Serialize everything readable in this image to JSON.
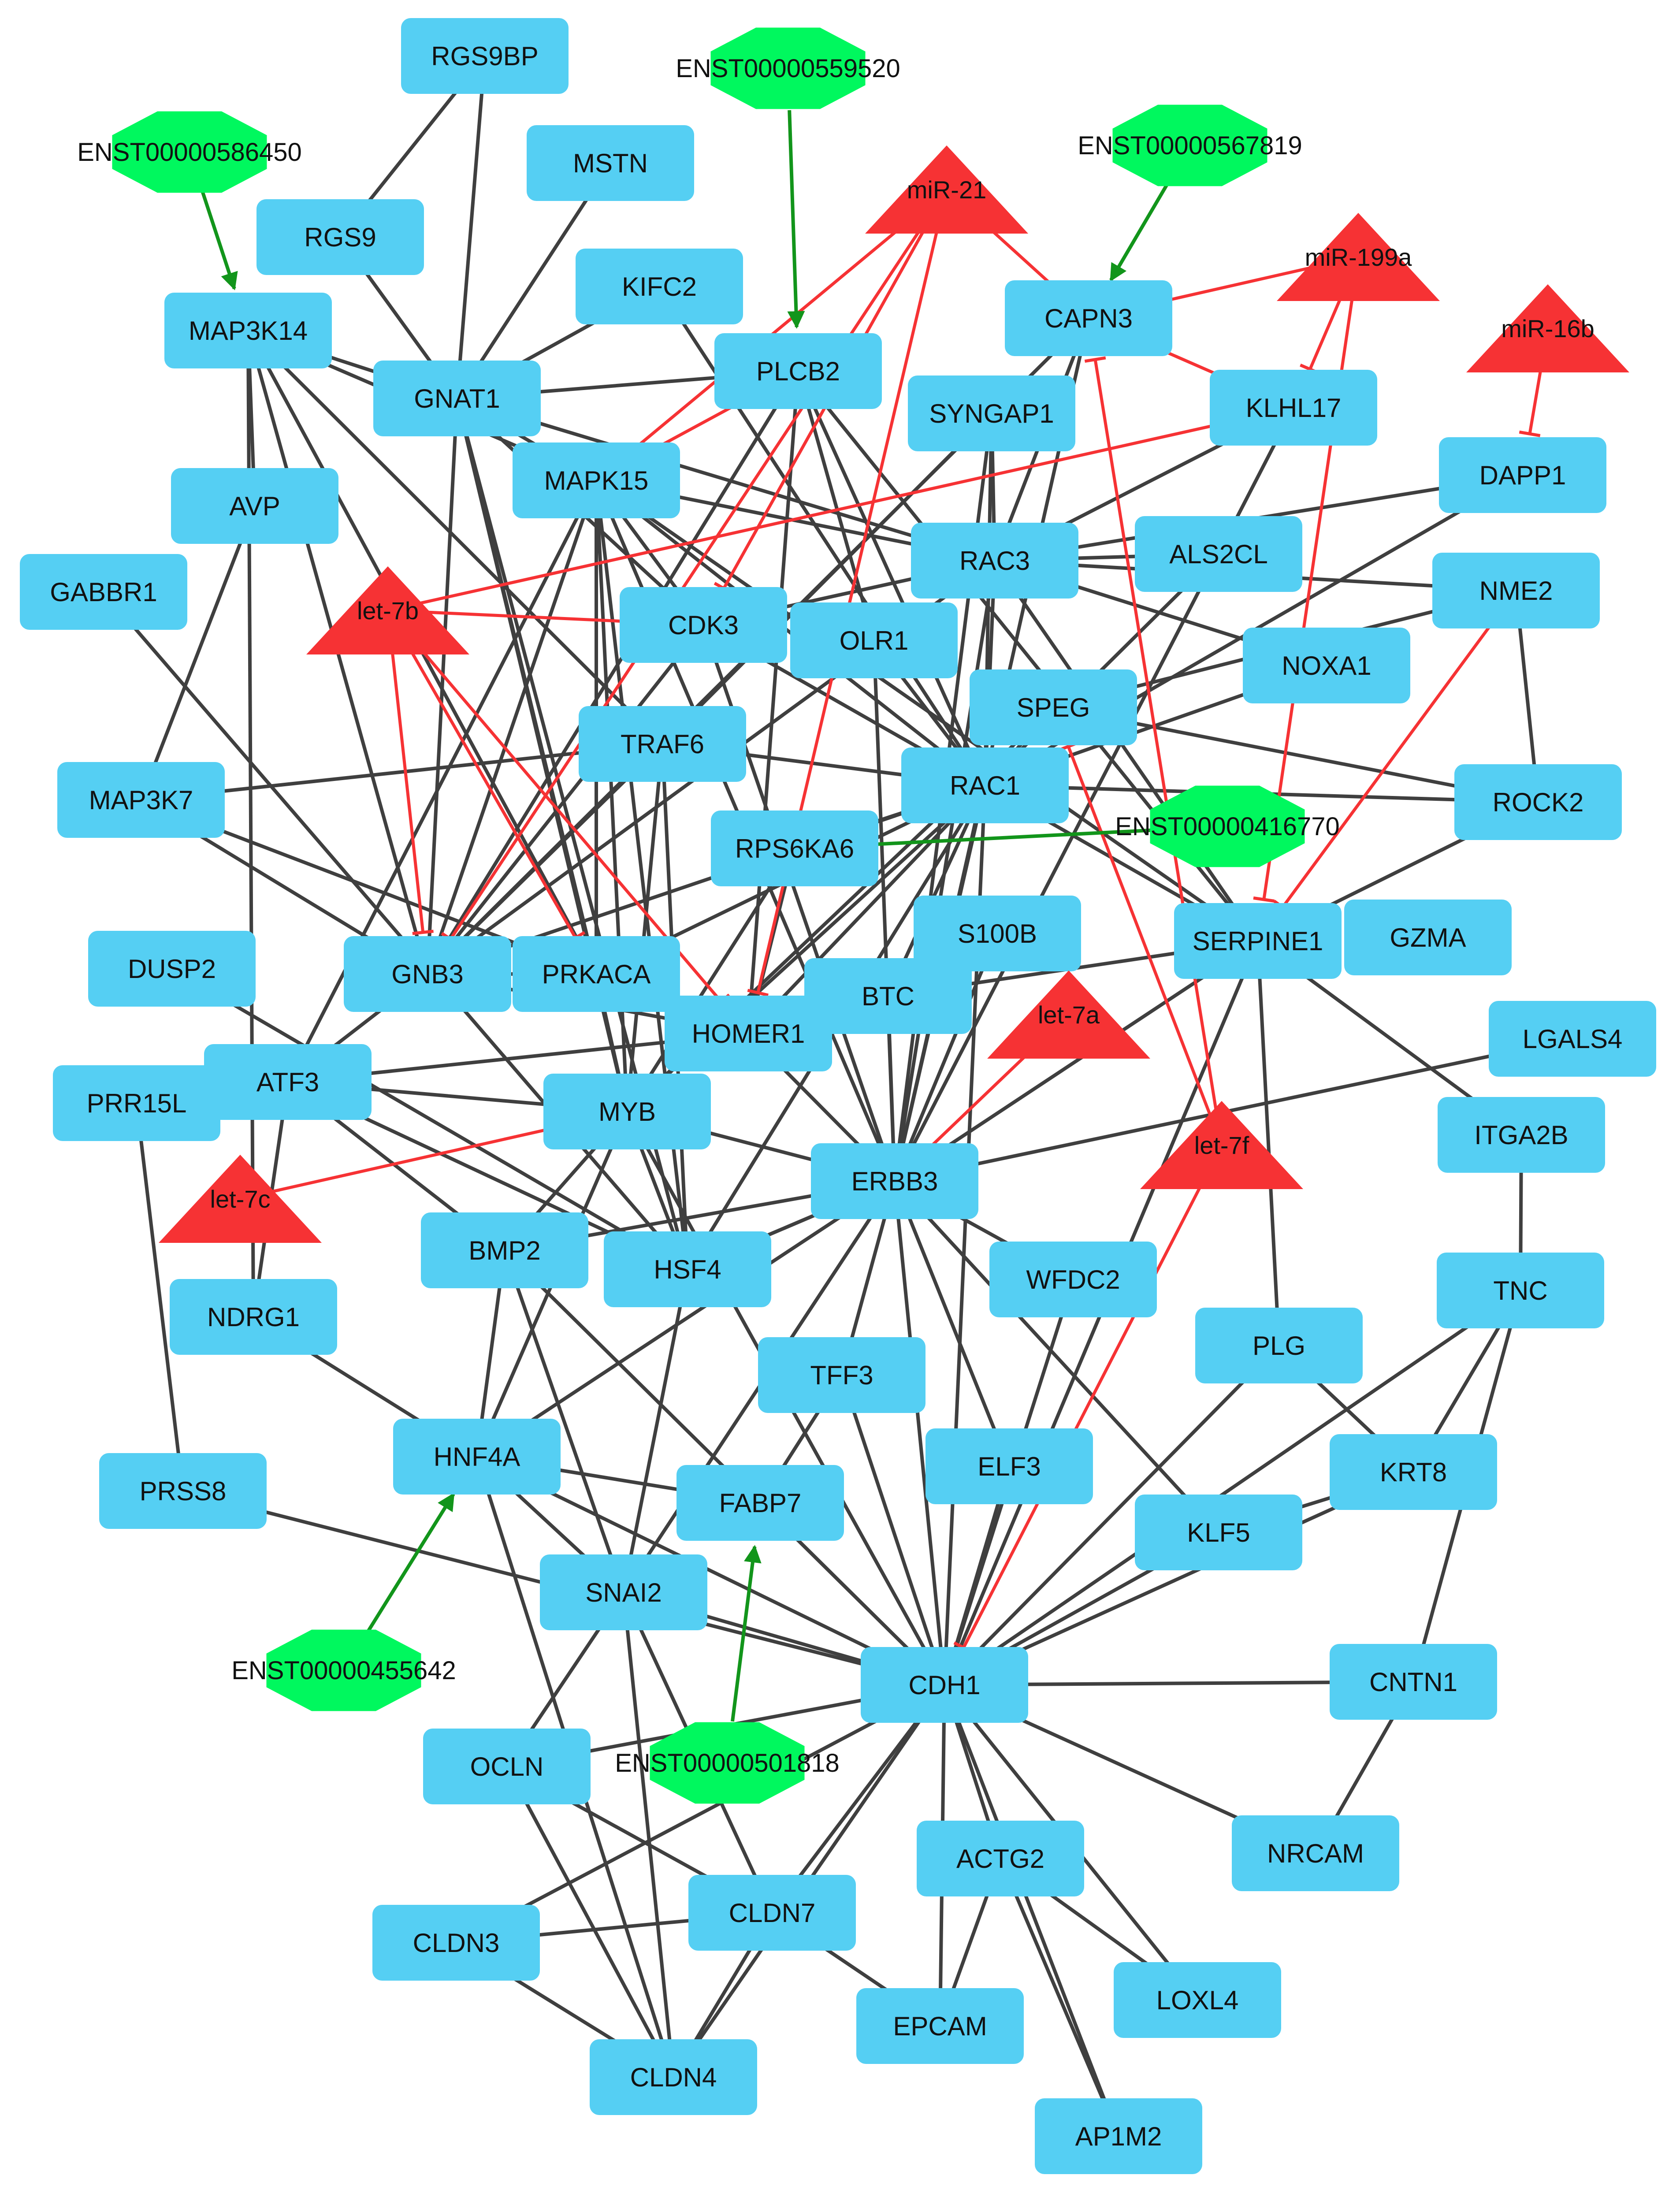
{
  "colors": {
    "gene": "#55CFF3",
    "mirna": "#F63234",
    "lncrna": "#00F85E",
    "interaction_edge": "#3F3F3F",
    "inhibition_edge": "#F63234",
    "activation_edge": "#12951B"
  },
  "nodes": {
    "RGS9BP": {
      "type": "gene",
      "label": "RGS9BP"
    },
    "MSTN": {
      "type": "gene",
      "label": "MSTN"
    },
    "RGS9": {
      "type": "gene",
      "label": "RGS9"
    },
    "KIFC2": {
      "type": "gene",
      "label": "KIFC2"
    },
    "MAP3K14": {
      "type": "gene",
      "label": "MAP3K14"
    },
    "GNAT1": {
      "type": "gene",
      "label": "GNAT1"
    },
    "PLCB2": {
      "type": "gene",
      "label": "PLCB2"
    },
    "CAPN3": {
      "type": "gene",
      "label": "CAPN3"
    },
    "SYNGAP1": {
      "type": "gene",
      "label": "SYNGAP1"
    },
    "KLHL17": {
      "type": "gene",
      "label": "KLHL17"
    },
    "MAPK15": {
      "type": "gene",
      "label": "MAPK15"
    },
    "AVP": {
      "type": "gene",
      "label": "AVP"
    },
    "DAPP1": {
      "type": "gene",
      "label": "DAPP1"
    },
    "RAC3": {
      "type": "gene",
      "label": "RAC3"
    },
    "ALS2CL": {
      "type": "gene",
      "label": "ALS2CL"
    },
    "GABBR1": {
      "type": "gene",
      "label": "GABBR1"
    },
    "CDK3": {
      "type": "gene",
      "label": "CDK3"
    },
    "OLR1": {
      "type": "gene",
      "label": "OLR1"
    },
    "NME2": {
      "type": "gene",
      "label": "NME2"
    },
    "NOXA1": {
      "type": "gene",
      "label": "NOXA1"
    },
    "SPEG": {
      "type": "gene",
      "label": "SPEG"
    },
    "TRAF6": {
      "type": "gene",
      "label": "TRAF6"
    },
    "MAP3K7": {
      "type": "gene",
      "label": "MAP3K7"
    },
    "RAC1": {
      "type": "gene",
      "label": "RAC1"
    },
    "ROCK2": {
      "type": "gene",
      "label": "ROCK2"
    },
    "RPS6KA6": {
      "type": "gene",
      "label": "RPS6KA6"
    },
    "S100B": {
      "type": "gene",
      "label": "S100B"
    },
    "GZMA": {
      "type": "gene",
      "label": "GZMA"
    },
    "DUSP2": {
      "type": "gene",
      "label": "DUSP2"
    },
    "GNB3": {
      "type": "gene",
      "label": "GNB3"
    },
    "PRKACA": {
      "type": "gene",
      "label": "PRKACA"
    },
    "SERPINE1": {
      "type": "gene",
      "label": "SERPINE1"
    },
    "BTC": {
      "type": "gene",
      "label": "BTC"
    },
    "HOMER1": {
      "type": "gene",
      "label": "HOMER1"
    },
    "LGALS4": {
      "type": "gene",
      "label": "LGALS4"
    },
    "ATF3": {
      "type": "gene",
      "label": "ATF3"
    },
    "PRR15L": {
      "type": "gene",
      "label": "PRR15L"
    },
    "MYB": {
      "type": "gene",
      "label": "MYB"
    },
    "ITGA2B": {
      "type": "gene",
      "label": "ITGA2B"
    },
    "ERBB3": {
      "type": "gene",
      "label": "ERBB3"
    },
    "BMP2": {
      "type": "gene",
      "label": "BMP2"
    },
    "HSF4": {
      "type": "gene",
      "label": "HSF4"
    },
    "WFDC2": {
      "type": "gene",
      "label": "WFDC2"
    },
    "TNC": {
      "type": "gene",
      "label": "TNC"
    },
    "NDRG1": {
      "type": "gene",
      "label": "NDRG1"
    },
    "PLG": {
      "type": "gene",
      "label": "PLG"
    },
    "TFF3": {
      "type": "gene",
      "label": "TFF3"
    },
    "HNF4A": {
      "type": "gene",
      "label": "HNF4A"
    },
    "KRT8": {
      "type": "gene",
      "label": "KRT8"
    },
    "ELF3": {
      "type": "gene",
      "label": "ELF3"
    },
    "PRSS8": {
      "type": "gene",
      "label": "PRSS8"
    },
    "FABP7": {
      "type": "gene",
      "label": "FABP7"
    },
    "KLF5": {
      "type": "gene",
      "label": "KLF5"
    },
    "SNAI2": {
      "type": "gene",
      "label": "SNAI2"
    },
    "CDH1": {
      "type": "gene",
      "label": "CDH1"
    },
    "CNTN1": {
      "type": "gene",
      "label": "CNTN1"
    },
    "OCLN": {
      "type": "gene",
      "label": "OCLN"
    },
    "NRCAM": {
      "type": "gene",
      "label": "NRCAM"
    },
    "ACTG2": {
      "type": "gene",
      "label": "ACTG2"
    },
    "CLDN7": {
      "type": "gene",
      "label": "CLDN7"
    },
    "CLDN3": {
      "type": "gene",
      "label": "CLDN3"
    },
    "LOXL4": {
      "type": "gene",
      "label": "LOXL4"
    },
    "EPCAM": {
      "type": "gene",
      "label": "EPCAM"
    },
    "CLDN4": {
      "type": "gene",
      "label": "CLDN4"
    },
    "AP1M2": {
      "type": "gene",
      "label": "AP1M2"
    },
    "miR-21": {
      "type": "mirna",
      "label": "miR-21"
    },
    "miR-199a": {
      "type": "mirna",
      "label": "miR-199a"
    },
    "miR-16b": {
      "type": "mirna",
      "label": "miR-16b"
    },
    "let-7b": {
      "type": "mirna",
      "label": "let-7b"
    },
    "let-7a": {
      "type": "mirna",
      "label": "let-7a"
    },
    "let-7f": {
      "type": "mirna",
      "label": "let-7f"
    },
    "let-7c": {
      "type": "mirna",
      "label": "let-7c"
    },
    "ENST00000559520": {
      "type": "lncrna",
      "label": "ENST00000559520"
    },
    "ENST00000586450": {
      "type": "lncrna",
      "label": "ENST00000586450"
    },
    "ENST00000567819": {
      "type": "lncrna",
      "label": "ENST00000567819"
    },
    "ENST00000416770": {
      "type": "lncrna",
      "label": "ENST00000416770"
    },
    "ENST00000455642": {
      "type": "lncrna",
      "label": "ENST00000455642"
    },
    "ENST00000501818": {
      "type": "lncrna",
      "label": "ENST00000501818"
    }
  },
  "edges": [
    [
      "RGS9BP",
      "RGS9"
    ],
    [
      "RGS9BP",
      "GNAT1"
    ],
    [
      "MSTN",
      "GNAT1"
    ],
    [
      "RGS9",
      "GNAT1"
    ],
    [
      "KIFC2",
      "GNAT1"
    ],
    [
      "MAP3K14",
      "GNAT1"
    ],
    [
      "MAP3K14",
      "MAPK15"
    ],
    [
      "MAP3K14",
      "AVP"
    ],
    [
      "MAP3K14",
      "GNB3"
    ],
    [
      "MAP3K14",
      "TRAF6"
    ],
    [
      "MAP3K14",
      "PRKACA"
    ],
    [
      "GNAT1",
      "PLCB2"
    ],
    [
      "GNAT1",
      "GNB3"
    ],
    [
      "GNAT1",
      "MAPK15"
    ],
    [
      "GNAT1",
      "RAC3"
    ],
    [
      "GNAT1",
      "MYB"
    ],
    [
      "GNAT1",
      "CDK3"
    ],
    [
      "GNAT1",
      "HSF4"
    ],
    [
      "KIFC2",
      "RAC1"
    ],
    [
      "PLCB2",
      "GNB3"
    ],
    [
      "PLCB2",
      "HOMER1"
    ],
    [
      "PLCB2",
      "RAC1"
    ],
    [
      "PLCB2",
      "OLR1"
    ],
    [
      "PLCB2",
      "SERPINE1"
    ],
    [
      "CAPN3",
      "RAC3"
    ],
    [
      "CAPN3",
      "GNB3"
    ],
    [
      "CAPN3",
      "ERBB3"
    ],
    [
      "SYNGAP1",
      "RAC3"
    ],
    [
      "SYNGAP1",
      "RAC1"
    ],
    [
      "SYNGAP1",
      "ERBB3"
    ],
    [
      "SYNGAP1",
      "TRAF6"
    ],
    [
      "KLHL17",
      "RAC3"
    ],
    [
      "KLHL17",
      "ERBB3"
    ],
    [
      "DAPP1",
      "RAC3"
    ],
    [
      "DAPP1",
      "RAC1"
    ],
    [
      "MAPK15",
      "RAC3"
    ],
    [
      "MAPK15",
      "RAC1"
    ],
    [
      "MAPK15",
      "ERBB3"
    ],
    [
      "MAPK15",
      "GNB3"
    ],
    [
      "MAPK15",
      "HSF4"
    ],
    [
      "MAPK15",
      "MYB"
    ],
    [
      "MAPK15",
      "SERPINE1"
    ],
    [
      "MAPK15",
      "PRKACA"
    ],
    [
      "MAPK15",
      "CDK3"
    ],
    [
      "MAPK15",
      "ATF3"
    ],
    [
      "AVP",
      "MAP3K7"
    ],
    [
      "GABBR1",
      "HSF4"
    ],
    [
      "RAC3",
      "CDK3"
    ],
    [
      "RAC3",
      "RAC1"
    ],
    [
      "RAC3",
      "NME2"
    ],
    [
      "RAC3",
      "ALS2CL"
    ],
    [
      "RAC3",
      "SERPINE1"
    ],
    [
      "RAC3",
      "ERBB3"
    ],
    [
      "RAC3",
      "GNB3"
    ],
    [
      "RAC3",
      "NOXA1"
    ],
    [
      "ALS2CL",
      "RAC1"
    ],
    [
      "CDK3",
      "RAC1"
    ],
    [
      "CDK3",
      "ERBB3"
    ],
    [
      "CDK3",
      "GNB3"
    ],
    [
      "OLR1",
      "RAC1"
    ],
    [
      "OLR1",
      "ERBB3"
    ],
    [
      "NME2",
      "ROCK2"
    ],
    [
      "NME2",
      "SPEG"
    ],
    [
      "NOXA1",
      "RAC1"
    ],
    [
      "SPEG",
      "RAC1"
    ],
    [
      "SPEG",
      "MYB"
    ],
    [
      "SPEG",
      "ROCK2"
    ],
    [
      "TRAF6",
      "MAP3K7"
    ],
    [
      "TRAF6",
      "RAC1"
    ],
    [
      "TRAF6",
      "GNB3"
    ],
    [
      "TRAF6",
      "HSF4"
    ],
    [
      "TRAF6",
      "MYB"
    ],
    [
      "MAP3K7",
      "GNB3"
    ],
    [
      "MAP3K7",
      "PRKACA"
    ],
    [
      "RAC1",
      "ROCK2"
    ],
    [
      "RAC1",
      "RPS6KA6"
    ],
    [
      "RAC1",
      "GNB3"
    ],
    [
      "RAC1",
      "PRKACA"
    ],
    [
      "RAC1",
      "HOMER1"
    ],
    [
      "RAC1",
      "MYB"
    ],
    [
      "RAC1",
      "ERBB3"
    ],
    [
      "RAC1",
      "SERPINE1"
    ],
    [
      "RAC1",
      "BTC"
    ],
    [
      "RAC1",
      "CDH1"
    ],
    [
      "RAC1",
      "HSF4"
    ],
    [
      "RPS6KA6",
      "HOMER1"
    ],
    [
      "RPS6KA6",
      "MYB"
    ],
    [
      "S100B",
      "ERBB3"
    ],
    [
      "GNB3",
      "PRKACA"
    ],
    [
      "GNB3",
      "ATF3"
    ],
    [
      "GNB3",
      "HOMER1"
    ],
    [
      "PRKACA",
      "HOMER1"
    ],
    [
      "PRKACA",
      "MYB"
    ],
    [
      "SERPINE1",
      "ROCK2"
    ],
    [
      "SERPINE1",
      "ITGA2B"
    ],
    [
      "SERPINE1",
      "ERBB3"
    ],
    [
      "SERPINE1",
      "PLG"
    ],
    [
      "SERPINE1",
      "CDH1"
    ],
    [
      "SERPINE1",
      "BTC"
    ],
    [
      "BTC",
      "ERBB3"
    ],
    [
      "HOMER1",
      "ERBB3"
    ],
    [
      "LGALS4",
      "ERBB3"
    ],
    [
      "ATF3",
      "MYB"
    ],
    [
      "ATF3",
      "HSF4"
    ],
    [
      "ATF3",
      "NDRG1"
    ],
    [
      "ATF3",
      "BMP2"
    ],
    [
      "ATF3",
      "HOMER1"
    ],
    [
      "PRR15L",
      "PRSS8"
    ],
    [
      "MYB",
      "ERBB3"
    ],
    [
      "MYB",
      "BMP2"
    ],
    [
      "MYB",
      "HNF4A"
    ],
    [
      "MYB",
      "HSF4"
    ],
    [
      "MYB",
      "CDH1"
    ],
    [
      "ERBB3",
      "WFDC2"
    ],
    [
      "ERBB3",
      "TFF3"
    ],
    [
      "ERBB3",
      "HNF4A"
    ],
    [
      "ERBB3",
      "ELF3"
    ],
    [
      "ERBB3",
      "KLF5"
    ],
    [
      "ERBB3",
      "CDH1"
    ],
    [
      "ERBB3",
      "SNAI2"
    ],
    [
      "ERBB3",
      "BMP2"
    ],
    [
      "ERBB3",
      "HSF4"
    ],
    [
      "BMP2",
      "CDH1"
    ],
    [
      "BMP2",
      "HNF4A"
    ],
    [
      "BMP2",
      "SNAI2"
    ],
    [
      "HSF4",
      "ERBB3"
    ],
    [
      "HSF4",
      "SNAI2"
    ],
    [
      "WFDC2",
      "CDH1"
    ],
    [
      "TNC",
      "KRT8"
    ],
    [
      "TNC",
      "CNTN1"
    ],
    [
      "TNC",
      "CDH1"
    ],
    [
      "ITGA2B",
      "TNC"
    ],
    [
      "NDRG1",
      "HNF4A"
    ],
    [
      "PLG",
      "CDH1"
    ],
    [
      "PLG",
      "KRT8"
    ],
    [
      "TFF3",
      "FABP7"
    ],
    [
      "TFF3",
      "CDH1"
    ],
    [
      "HNF4A",
      "FABP7"
    ],
    [
      "HNF4A",
      "CDH1"
    ],
    [
      "HNF4A",
      "SNAI2"
    ],
    [
      "HNF4A",
      "CLDN4"
    ],
    [
      "KRT8",
      "KLF5"
    ],
    [
      "KRT8",
      "CDH1"
    ],
    [
      "ELF3",
      "CDH1"
    ],
    [
      "PRSS8",
      "CDH1"
    ],
    [
      "FABP7",
      "CDH1"
    ],
    [
      "KLF5",
      "CDH1"
    ],
    [
      "SNAI2",
      "CDH1"
    ],
    [
      "SNAI2",
      "CLDN7"
    ],
    [
      "SNAI2",
      "OCLN"
    ],
    [
      "SNAI2",
      "CLDN4"
    ],
    [
      "CDH1",
      "CNTN1"
    ],
    [
      "CDH1",
      "NRCAM"
    ],
    [
      "CDH1",
      "ACTG2"
    ],
    [
      "CDH1",
      "CLDN7"
    ],
    [
      "CDH1",
      "CLDN3"
    ],
    [
      "CDH1",
      "EPCAM"
    ],
    [
      "CDH1",
      "LOXL4"
    ],
    [
      "CDH1",
      "AP1M2"
    ],
    [
      "CDH1",
      "OCLN"
    ],
    [
      "CDH1",
      "CLDN4"
    ],
    [
      "CNTN1",
      "NRCAM"
    ],
    [
      "OCLN",
      "CLDN7"
    ],
    [
      "OCLN",
      "CLDN4"
    ],
    [
      "CLDN7",
      "CLDN3"
    ],
    [
      "CLDN7",
      "CLDN4"
    ],
    [
      "CLDN7",
      "EPCAM"
    ],
    [
      "CLDN3",
      "CLDN4"
    ],
    [
      "ACTG2",
      "EPCAM"
    ],
    [
      "ACTG2",
      "AP1M2"
    ],
    [
      "ACTG2",
      "LOXL4"
    ],
    [
      "MAP3K14",
      "NDRG1"
    ],
    [
      "GNAT1",
      "PRKACA"
    ],
    [
      "DUSP2",
      "HSF4"
    ]
  ],
  "inhibitions": [
    [
      "miR-21",
      "MAPK15"
    ],
    [
      "miR-21",
      "CDK3"
    ],
    [
      "miR-21",
      "CAPN3"
    ],
    [
      "miR-21",
      "HOMER1"
    ],
    [
      "miR-199a",
      "CAPN3"
    ],
    [
      "miR-199a",
      "KLHL17"
    ],
    [
      "miR-199a",
      "SERPINE1"
    ],
    [
      "miR-16b",
      "DAPP1"
    ],
    [
      "let-7b",
      "KLHL17"
    ],
    [
      "let-7b",
      "CDK3"
    ],
    [
      "let-7b",
      "GNB3"
    ],
    [
      "let-7b",
      "PRKACA"
    ],
    [
      "let-7b",
      "HOMER1"
    ],
    [
      "let-7a",
      "ERBB3"
    ],
    [
      "let-7f",
      "CDH1"
    ],
    [
      "let-7f",
      "CAPN3"
    ],
    [
      "let-7f",
      "SPEG"
    ],
    [
      "let-7c",
      "MYB"
    ],
    [
      "CAPN3",
      "KLHL17"
    ],
    [
      "PLCB2",
      "MAPK15"
    ],
    [
      "NME2",
      "SERPINE1"
    ],
    [
      "miR-21",
      "GNB3"
    ]
  ],
  "activations": [
    [
      "ENST00000586450",
      "MAP3K14"
    ],
    [
      "ENST00000559520",
      "PLCB2"
    ],
    [
      "ENST00000567819",
      "CAPN3"
    ],
    [
      "ENST00000416770",
      "RPS6KA6"
    ],
    [
      "ENST00000455642",
      "HNF4A"
    ],
    [
      "ENST00000501818",
      "FABP7"
    ]
  ]
}
